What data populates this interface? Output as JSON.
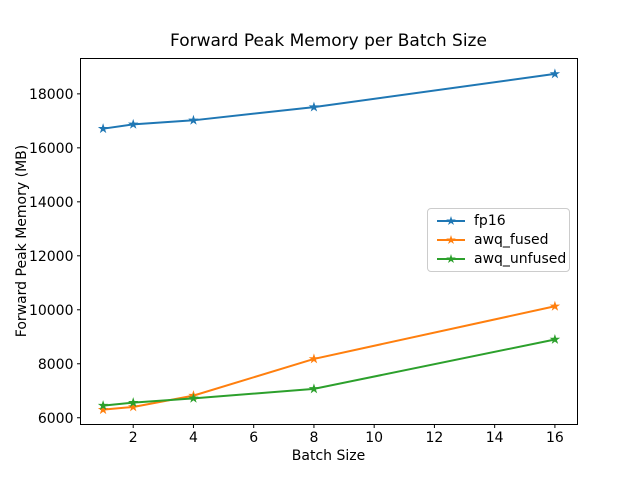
{
  "chart_data": {
    "type": "line",
    "title": "Forward Peak Memory per Batch Size",
    "xlabel": "Batch Size",
    "ylabel": "Forward Peak Memory (MB)",
    "x": [
      1,
      2,
      4,
      8,
      16
    ],
    "series": [
      {
        "name": "fp16",
        "color": "#1f77b4",
        "marker": "star",
        "values": [
          16710,
          16870,
          17020,
          17510,
          18740
        ]
      },
      {
        "name": "awq_fused",
        "color": "#ff7f0e",
        "marker": "star",
        "values": [
          6300,
          6400,
          6820,
          8180,
          10130
        ]
      },
      {
        "name": "awq_unfused",
        "color": "#2ca02c",
        "marker": "star",
        "values": [
          6450,
          6560,
          6720,
          7070,
          8900
        ]
      }
    ],
    "xticks": [
      2,
      4,
      6,
      8,
      10,
      12,
      14,
      16
    ],
    "yticks": [
      6000,
      8000,
      10000,
      12000,
      14000,
      16000,
      18000
    ],
    "xlim": [
      0.25,
      16.75
    ],
    "ylim": [
      5750,
      19310
    ],
    "grid": false,
    "legend_position": "center right",
    "colors": {
      "spine": "#000000",
      "legend_border": "#cccccc",
      "background": "#ffffff"
    }
  }
}
